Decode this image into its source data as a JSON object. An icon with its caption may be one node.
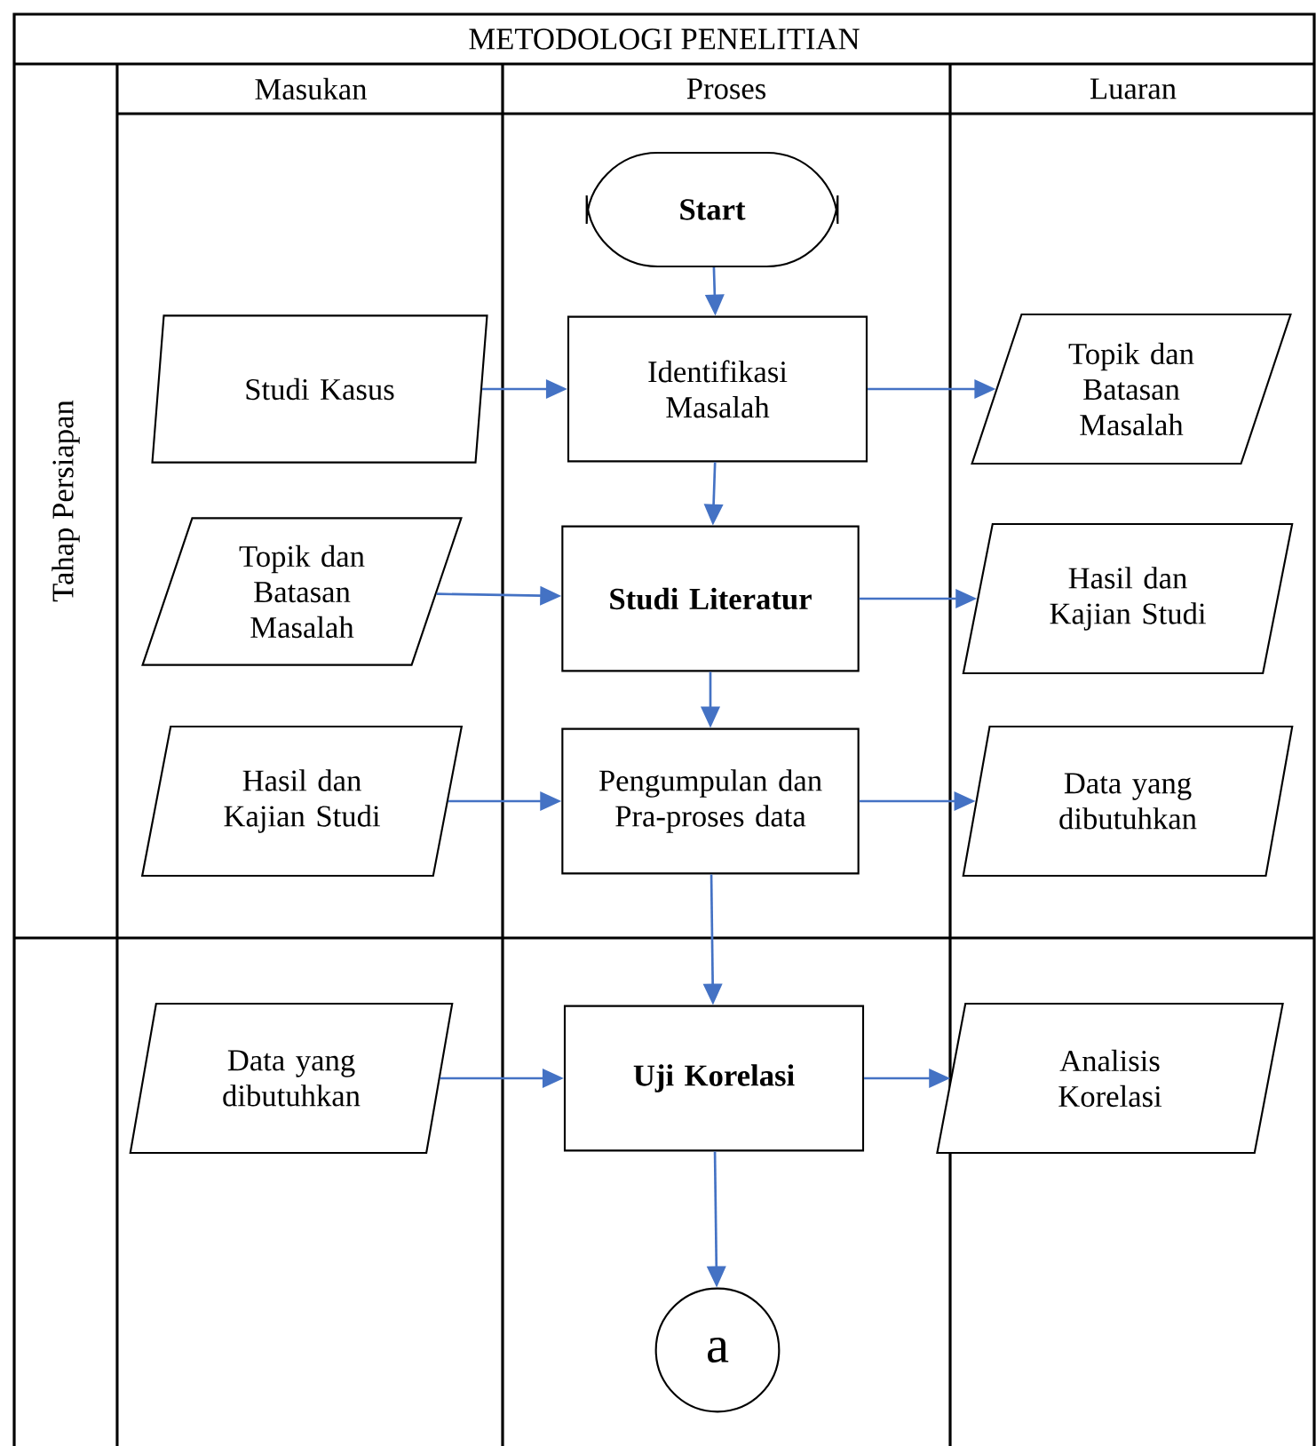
{
  "diagram": {
    "title": "METODOLOGI PENELITIAN",
    "nodes": [
      {
        "text": [
          "Start"
        ]
      },
      {
        "text": [
          "Studi Kasus"
        ]
      },
      {
        "text": [
          "Identifikasi Masalah"
        ]
      },
      {
        "text": [
          "Topik dan Batasan Masalah"
        ]
      },
      {
        "text": [
          "Topik dan Batasan Masalah"
        ]
      },
      {
        "text": [
          "Studi Literatur"
        ]
      },
      {
        "text": [
          "Hasil dan Kajian Studi"
        ]
      },
      {
        "text": [
          "Hasil dan Kajian Studi"
        ]
      },
      {
        "text": [
          "Pengumpulan dan Pra-proses data"
        ]
      },
      {
        "text": [
          "Data yang dibutuhkan"
        ]
      },
      {
        "text": [
          "Data yang dibutuhkan"
        ]
      },
      {
        "text": [
          "Uji Korelasi"
        ]
      },
      {
        "text": [
          "Analisis Korelasi"
        ]
      },
      {
        "text": [
          "a"
        ]
      }
    ],
    "edges": [
      {
        "from": 0,
        "to": 2,
        "arrow": "to"
      },
      {
        "from": 1,
        "to": 2,
        "arrow": "to"
      },
      {
        "from": 2,
        "to": 3,
        "arrow": "to"
      },
      {
        "from": 2,
        "to": 5,
        "arrow": "to"
      },
      {
        "from": 4,
        "to": 5,
        "arrow": "to"
      },
      {
        "from": 5,
        "to": 6,
        "arrow": "to"
      },
      {
        "from": 5,
        "to": 8,
        "arrow": "to"
      },
      {
        "from": 7,
        "to": 8,
        "arrow": "to"
      },
      {
        "from": 8,
        "to": 9,
        "arrow": "to"
      },
      {
        "from": 8,
        "to": 11,
        "arrow": "to"
      },
      {
        "from": 10,
        "to": 11,
        "arrow": "to"
      },
      {
        "from": 11,
        "to": 12,
        "arrow": "to"
      },
      {
        "from": 11,
        "to": 13,
        "arrow": "to"
      }
    ],
    "labels": [
      "Masukan",
      "Proses",
      "Luaran",
      "Tahap Persiapan"
    ]
  }
}
